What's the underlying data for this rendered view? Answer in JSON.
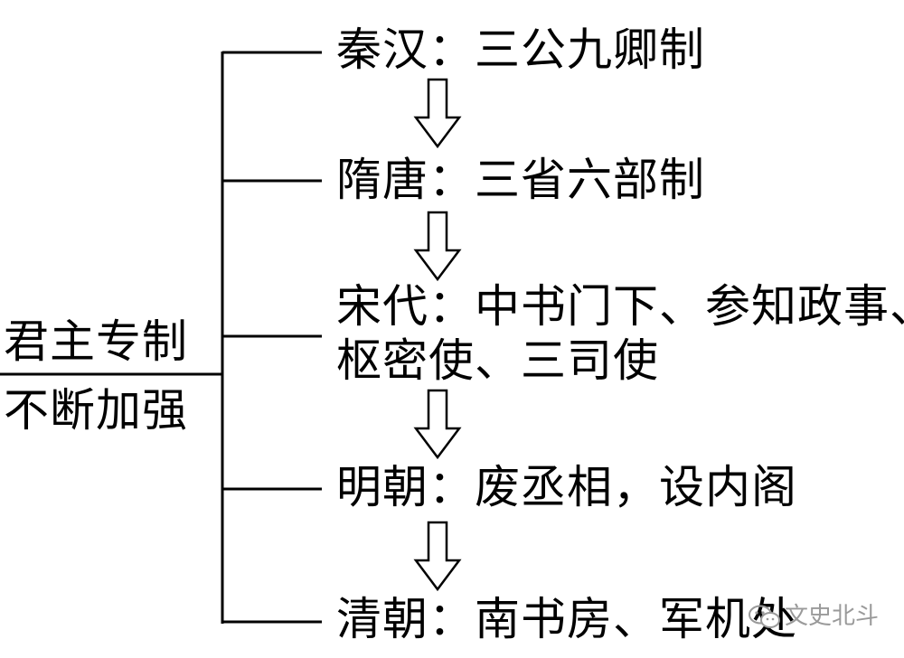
{
  "main_topic": {
    "line1": "君主专制",
    "line2": "不断加强"
  },
  "stages": [
    {
      "label": "秦汉：三公九卿制"
    },
    {
      "label": "隋唐：三省六部制"
    },
    {
      "label": "宋代：中书门下、参知政事、",
      "label_cont": "枢密使、三司使"
    },
    {
      "label": "明朝：废丞相，设内阁"
    },
    {
      "label": "清朝：南书房、军机处"
    }
  ],
  "watermark": {
    "text": "文史北斗",
    "icon": "wechat-icon"
  }
}
